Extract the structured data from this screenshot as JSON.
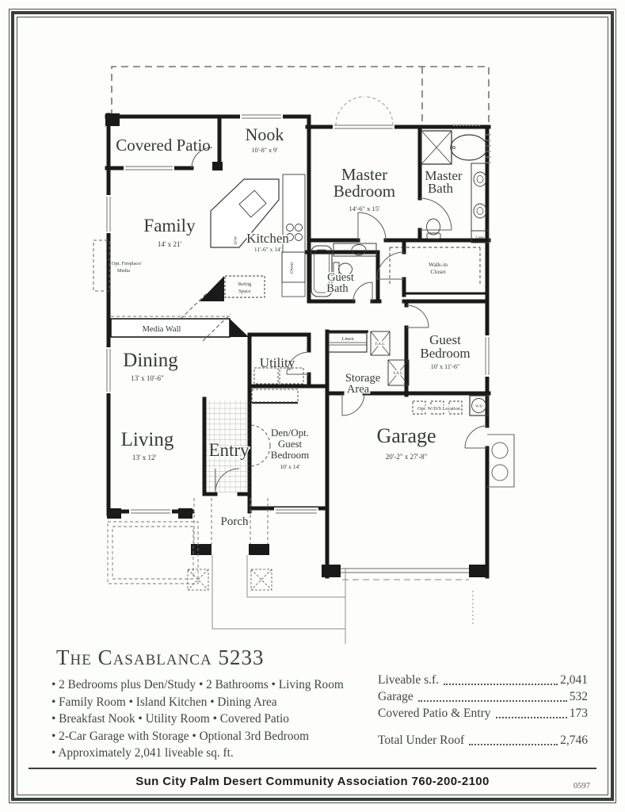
{
  "plan": {
    "title": "The Casablanca 5233",
    "features": [
      "• 2 Bedrooms plus Den/Study • 2 Bathrooms • Living Room",
      "• Family Room • Island Kitchen • Dining Area",
      "• Breakfast Nook • Utility Room • Covered Patio",
      "• 2-Car Garage with Storage • Optional 3rd Bedroom",
      "• Approximately 2,041 liveable sq. ft."
    ],
    "stats": [
      {
        "label": "Liveable s.f.",
        "value": "2,041"
      },
      {
        "label": "Garage",
        "value": "532"
      },
      {
        "label": "Covered Patio & Entry",
        "value": "173"
      },
      {
        "label": "Total Under Roof",
        "value": "2,746"
      }
    ],
    "footer": "Sun City Palm Desert Community Association 760-200-2100",
    "print_code": "0597"
  },
  "rooms": {
    "covered_patio": {
      "name": "Covered Patio"
    },
    "nook": {
      "name": "Nook",
      "dim": "10'-8\" x 9'"
    },
    "master_bedroom": {
      "l1": "Master",
      "l2": "Bedroom",
      "dim": "14'-6\" x 15'"
    },
    "master_bath": {
      "l1": "Master",
      "l2": "Bath"
    },
    "family": {
      "name": "Family",
      "dim": "14' x 21'"
    },
    "kitchen": {
      "name": "Kitchen",
      "dim": "11'-6\" x 14'"
    },
    "guest_bath": {
      "l1": "Guest",
      "l2": "Bath"
    },
    "walk_in_closet": {
      "l1": "Walk-in",
      "l2": "Closet"
    },
    "dining": {
      "name": "Dining",
      "dim": "13' x 10'-6\""
    },
    "utility": {
      "name": "Utility"
    },
    "storage": {
      "l1": "Storage",
      "l2": "Area"
    },
    "guest_bedroom": {
      "l1": "Guest",
      "l2": "Bedroom",
      "dim": "10' x 11'-6\""
    },
    "living": {
      "name": "Living",
      "dim": "13' x 12'"
    },
    "entry": {
      "name": "Entry"
    },
    "den": {
      "l1": "Den/Opt.",
      "l2": "Guest",
      "l3": "Bedroom",
      "dim": "10' x 14'"
    },
    "garage": {
      "name": "Garage",
      "dim": "20'-2\" x 27'-8\""
    },
    "porch": {
      "name": "Porch"
    }
  },
  "annotations": {
    "media_wall": "Media Wall",
    "opt_fireplace_l1": "Opt. Fireplace/",
    "opt_fireplace_l2": "Media",
    "refrig_l1": "Refrig",
    "refrig_l2": "Space",
    "oven": "Oven",
    "dw": "D/W",
    "linen": "Linen",
    "fau": "F.A.U.",
    "wds": "Opt. W/D/S Location",
    "wh": "W/H"
  },
  "colors": {
    "ink": "#333d35",
    "wall": "#1a1a1a"
  }
}
